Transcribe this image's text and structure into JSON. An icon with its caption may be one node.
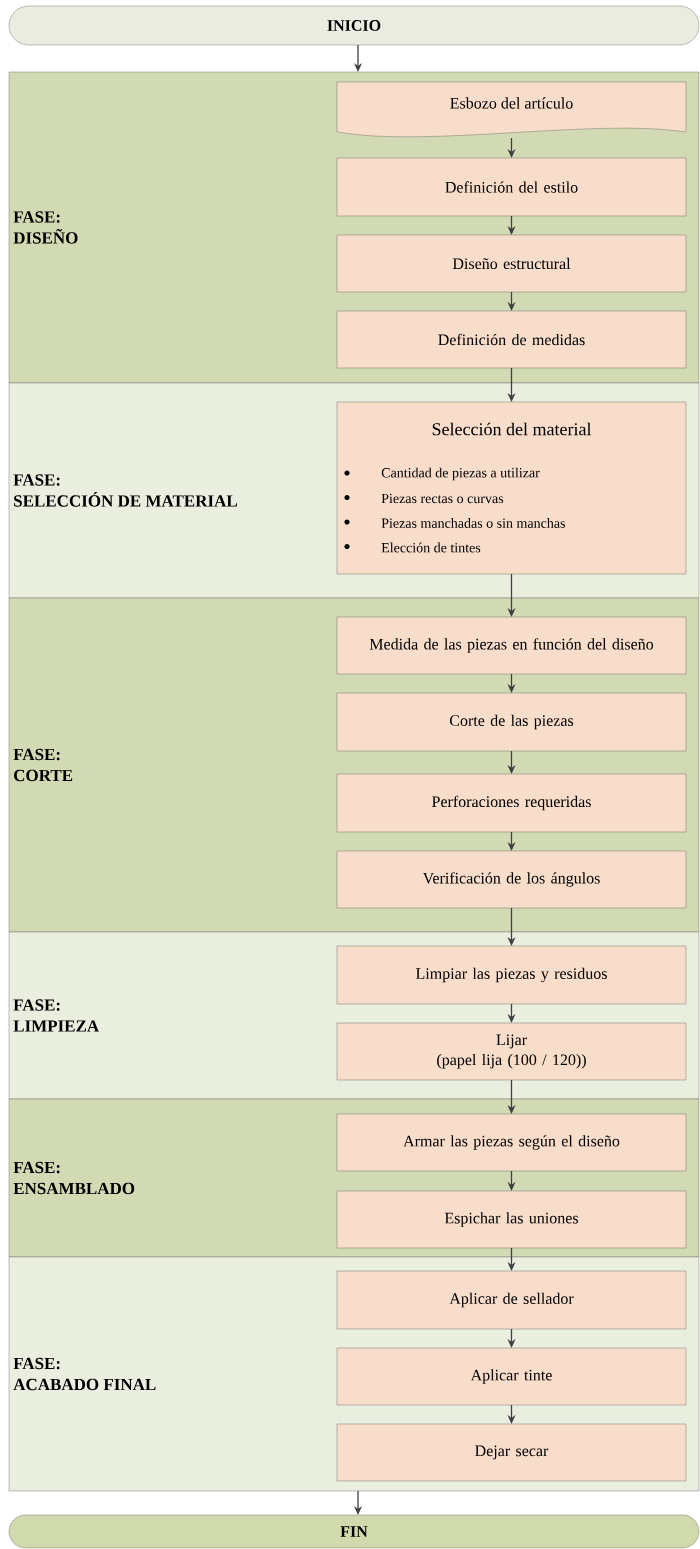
{
  "diagram": {
    "nodes": [
      {
        "text": [
          "INICIO"
        ]
      },
      {
        "text": [
          "FASE:",
          "DISEÑO"
        ]
      },
      {
        "text": [
          "Esbozo del artículo"
        ],
        "in": 1
      },
      {
        "text": [
          "Definición del estilo"
        ],
        "in": 1
      },
      {
        "text": [
          "Diseño estructural"
        ],
        "in": 1
      },
      {
        "text": [
          "Definición de medidas"
        ],
        "in": 1
      },
      {
        "text": [
          "FASE:",
          "SELECCIÓN DE MATERIAL"
        ]
      },
      {
        "text": [
          "Selección del material",
          "Cantidad de piezas a utilizar",
          "Piezas rectas o curvas",
          "Piezas manchadas o sin manchas",
          "Elección de tintes"
        ],
        "in": 6
      },
      {
        "text": [
          "FASE:",
          "CORTE"
        ]
      },
      {
        "text": [
          "Medida de las piezas en función del diseño"
        ],
        "in": 8
      },
      {
        "text": [
          "Corte de las piezas"
        ],
        "in": 8
      },
      {
        "text": [
          "Perforaciones requeridas"
        ],
        "in": 8
      },
      {
        "text": [
          "Verificación de los ángulos"
        ],
        "in": 8
      },
      {
        "text": [
          "FASE:",
          "LIMPIEZA"
        ]
      },
      {
        "text": [
          "Limpiar las piezas y residuos"
        ],
        "in": 13
      },
      {
        "text": [
          "Lijar",
          "(papel lija (100 / 120))"
        ],
        "in": 13
      },
      {
        "text": [
          "FASE:",
          "ENSAMBLADO"
        ]
      },
      {
        "text": [
          "Armar las piezas según el diseño"
        ],
        "in": 16
      },
      {
        "text": [
          "Espichar las uniones"
        ],
        "in": 16
      },
      {
        "text": [
          "FASE:",
          "ACABADO FINAL"
        ]
      },
      {
        "text": [
          "Aplicar de sellador"
        ],
        "in": 19
      },
      {
        "text": [
          "Aplicar tinte"
        ],
        "in": 19
      },
      {
        "text": [
          "Dejar secar"
        ],
        "in": 19
      },
      {
        "text": [
          "FIN"
        ]
      }
    ],
    "edges": [
      {
        "from": 0,
        "to": 1,
        "arrow": "to"
      },
      {
        "from": 2,
        "to": 3,
        "arrow": "to"
      },
      {
        "from": 3,
        "to": 4,
        "arrow": "to"
      },
      {
        "from": 4,
        "to": 5,
        "arrow": "to"
      },
      {
        "from": 5,
        "to": 7,
        "arrow": "to"
      },
      {
        "from": 7,
        "to": 9,
        "arrow": "to"
      },
      {
        "from": 9,
        "to": 10,
        "arrow": "to"
      },
      {
        "from": 10,
        "to": 11,
        "arrow": "to"
      },
      {
        "from": 11,
        "to": 12,
        "arrow": "to"
      },
      {
        "from": 12,
        "to": 14,
        "arrow": "to"
      },
      {
        "from": 14,
        "to": 15,
        "arrow": "to"
      },
      {
        "from": 15,
        "to": 17,
        "arrow": "to"
      },
      {
        "from": 17,
        "to": 18,
        "arrow": "to"
      },
      {
        "from": 18,
        "to": 20,
        "arrow": "to"
      },
      {
        "from": 20,
        "to": 21,
        "arrow": "to"
      },
      {
        "from": 21,
        "to": 22,
        "arrow": "to"
      },
      {
        "from": 19,
        "to": 23,
        "arrow": "to"
      }
    ]
  }
}
